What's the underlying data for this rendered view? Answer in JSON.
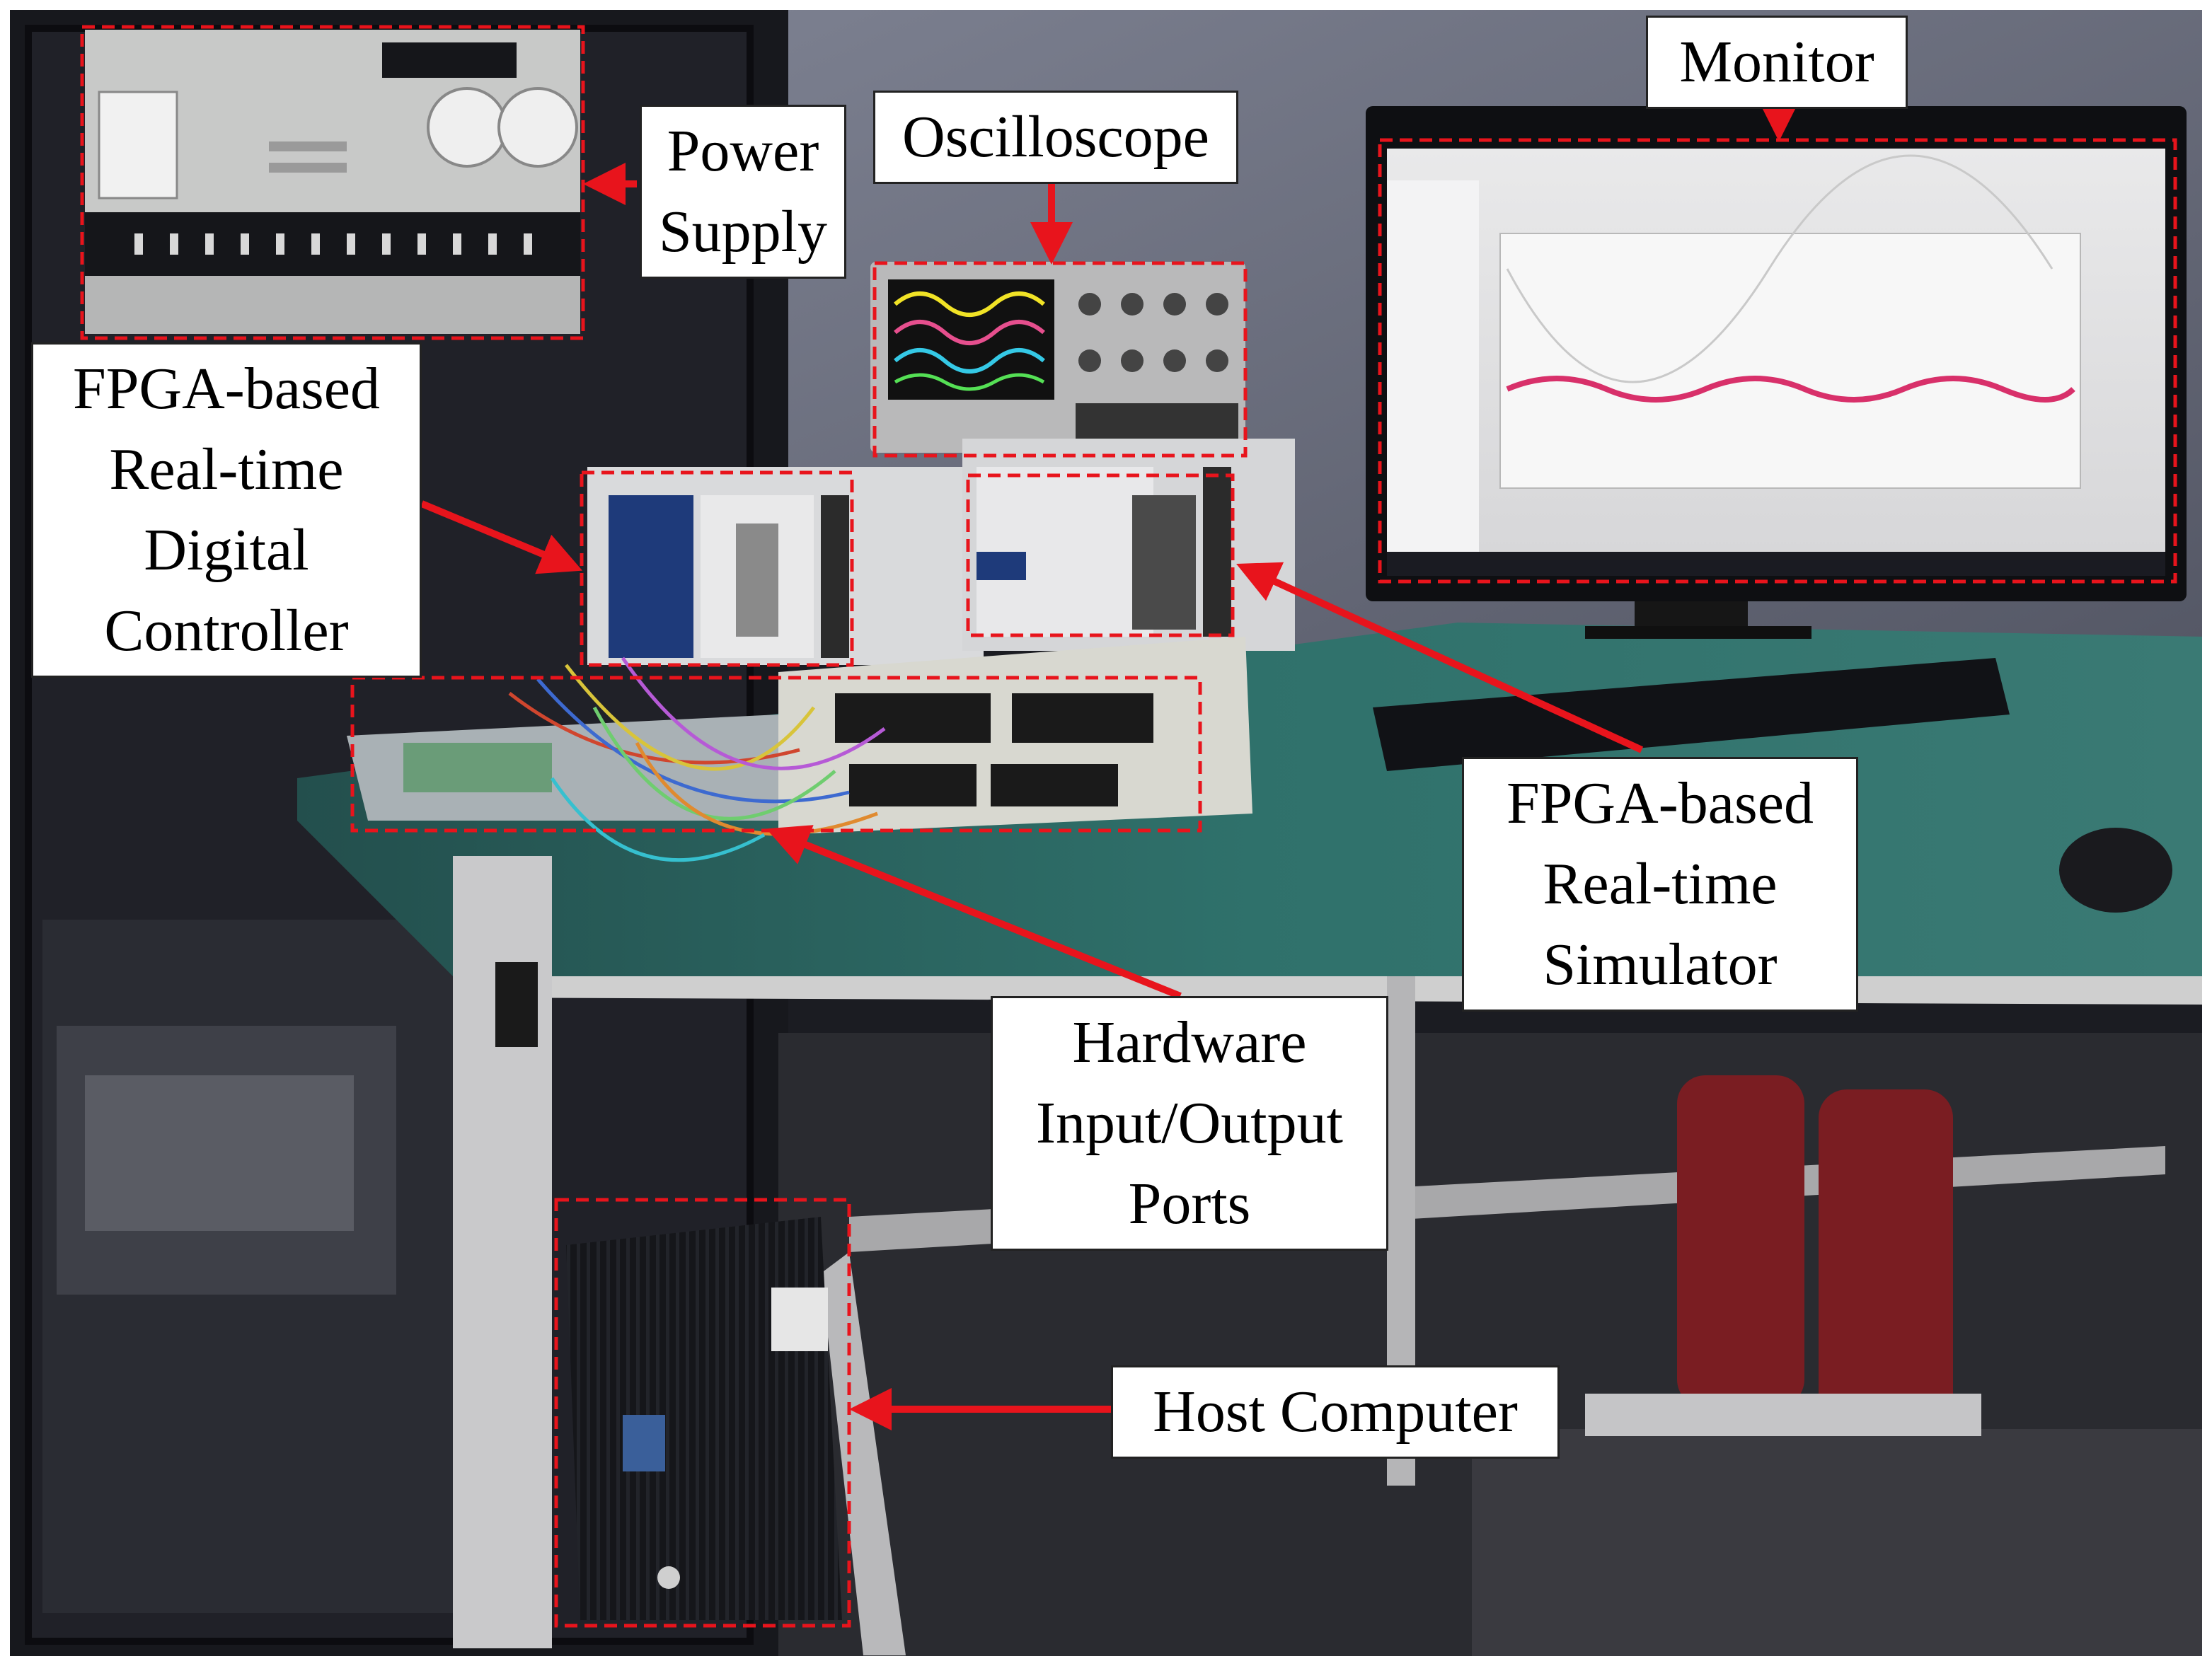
{
  "labels": {
    "monitor": [
      "Monitor"
    ],
    "power_supply": [
      "Power",
      "Supply"
    ],
    "oscilloscope": [
      "Oscilloscope"
    ],
    "controller": [
      "FPGA-based",
      "Real-time",
      "Digital",
      "Controller"
    ],
    "simulator": [
      "FPGA-based",
      "Real-time",
      "Simulator"
    ],
    "io_ports": [
      "Hardware",
      "Input/Output",
      "Ports"
    ],
    "host_computer": [
      "Host Computer"
    ]
  },
  "colors": {
    "annotation": "#e8141c",
    "wall": "#6f7383",
    "desk_top": "#2e6f6a",
    "background_dark": "#1b1c22"
  }
}
